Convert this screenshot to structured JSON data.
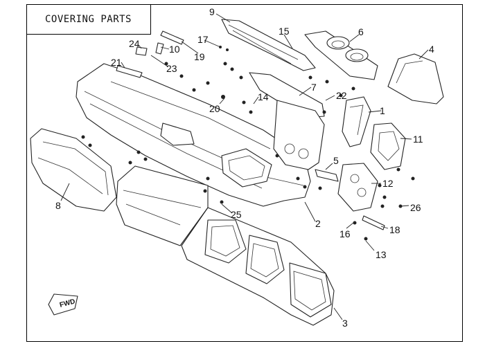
{
  "title": "COVERING PARTS",
  "direction_badge": "FWD",
  "callouts": [
    "1",
    "2",
    "3",
    "4",
    "5",
    "6",
    "7",
    "8",
    "9",
    "10",
    "11",
    "12",
    "13",
    "14",
    "15",
    "16",
    "17",
    "18",
    "19",
    "20",
    "21",
    "22",
    "23",
    "24",
    "25",
    "26"
  ],
  "colors": {
    "line": "#222222",
    "background": "#ffffff"
  }
}
